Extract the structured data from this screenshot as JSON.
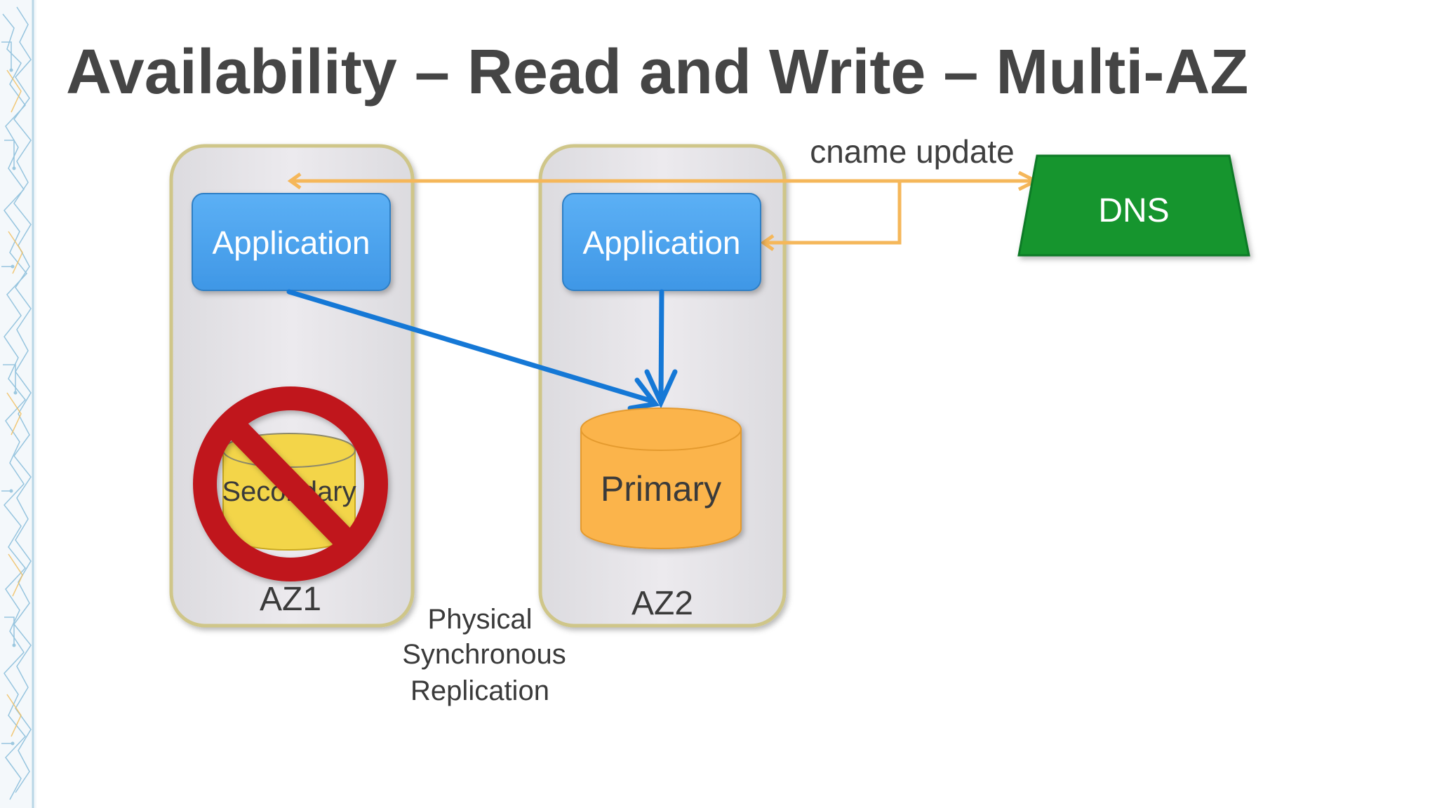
{
  "slide": {
    "title": "Availability – Read and Write – Multi-AZ"
  },
  "diagram": {
    "zones": [
      {
        "label": "AZ1"
      },
      {
        "label": "AZ2"
      }
    ],
    "applications": [
      {
        "label": "Application",
        "zone": "AZ1"
      },
      {
        "label": "Application",
        "zone": "AZ2"
      }
    ],
    "databases": {
      "primary": {
        "label": "Primary",
        "zone": "AZ2",
        "status": "active"
      },
      "secondary": {
        "label": "Secondary",
        "zone": "AZ1",
        "status": "failed"
      }
    },
    "dns": {
      "label": "DNS"
    },
    "annotations": {
      "cname": "cname update",
      "replication_line1": "Physical",
      "replication_line2": "Synchronous",
      "replication_line3": "Replication"
    },
    "colors": {
      "application": "#4aa3ef",
      "primary_db": "#fbb44c",
      "secondary_db": "#f3d549",
      "dns": "#13952f",
      "zone_fill": "#e6e5e8",
      "zone_border": "#cfc689",
      "data_flow": "#1578d6",
      "dns_flow": "#f5b75a",
      "prohibited": "#c0151e",
      "title": "#454545"
    },
    "icons": {
      "failed_db": "prohibited-icon"
    }
  }
}
